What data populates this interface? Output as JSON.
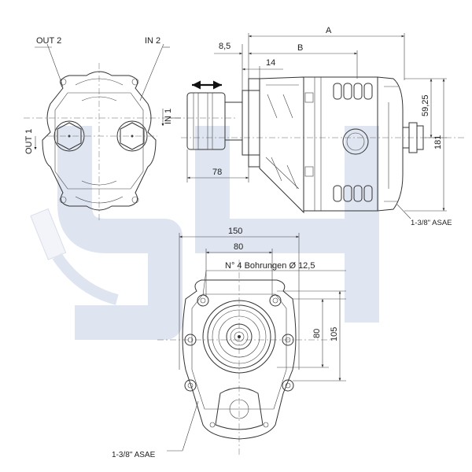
{
  "watermark": {
    "text": "SH",
    "color": "#c5cfe6"
  },
  "colors": {
    "line": "#333333",
    "dimension": "#444444"
  },
  "side_view": {
    "out2": "OUT 2",
    "in2": "IN 2",
    "in1": "IN 1",
    "out1": "OUT 1"
  },
  "top_dims": {
    "a": "A",
    "b": "B",
    "d8_5": "8,5",
    "d14": "14",
    "d78": "78",
    "d59_25": "59,25",
    "d181": "181",
    "port": "1-3/8\" ASAE"
  },
  "flange_view": {
    "d150": "150",
    "d80h": "80",
    "holes": "N° 4 Bohrungen  Ø 12,5",
    "d80v": "80",
    "d105": "105",
    "port": "1-3/8\" ASAE"
  }
}
